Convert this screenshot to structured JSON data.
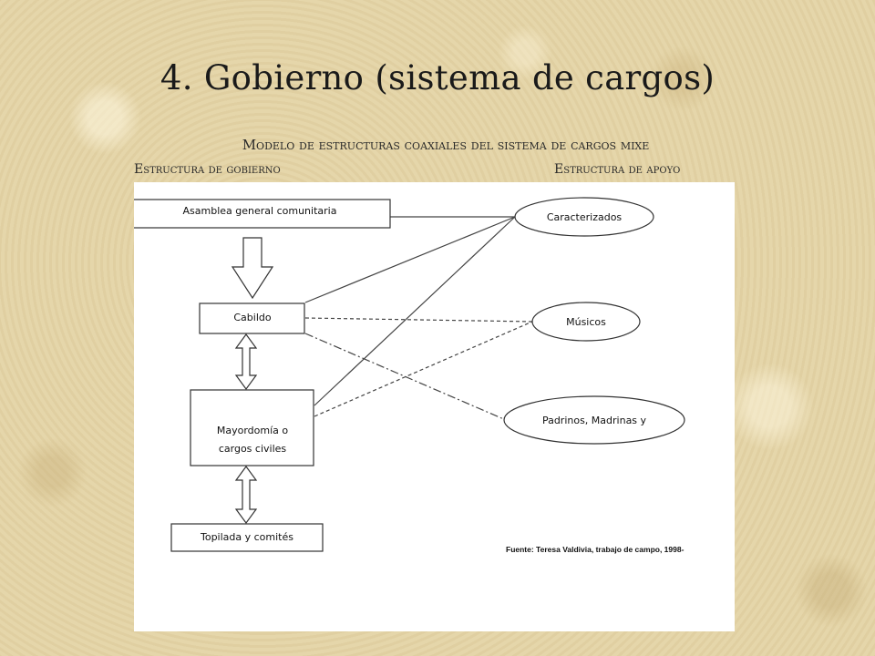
{
  "slide": {
    "title": "4. Gobierno (sistema de cargos)",
    "subtitle": "Modelo de estructuras coaxiales del sistema de cargos mixe",
    "left_label": "Estructura de gobierno",
    "right_label": "Estructura de apoyo"
  },
  "diagram": {
    "government_boxes": {
      "asamblea": "Asamblea general comunitaria",
      "cabildo": "Cabildo",
      "mayordomia_line1": "Mayordomía o",
      "mayordomia_line2": "cargos civiles",
      "topilada": "Topilada y comités"
    },
    "support_nodes": {
      "caracterizados": "Caracterizados",
      "musicos": "Músicos",
      "padrinos": "Padrinos, Madrinas y"
    },
    "source": "Fuente: Teresa Valdivia, trabajo de campo, 1998-"
  }
}
